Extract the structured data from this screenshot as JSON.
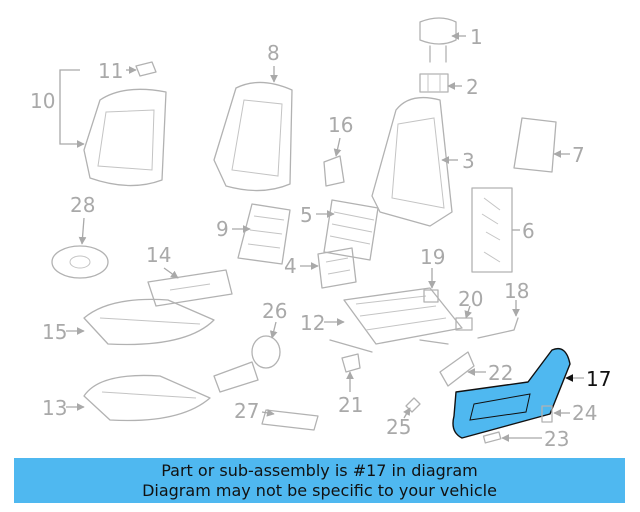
{
  "diagram": {
    "callouts": [
      "1",
      "2",
      "3",
      "4",
      "5",
      "6",
      "7",
      "8",
      "9",
      "10",
      "11",
      "12",
      "13",
      "14",
      "15",
      "16",
      "17",
      "18",
      "19",
      "20",
      "21",
      "22",
      "23",
      "24",
      "25",
      "26",
      "27",
      "28"
    ],
    "highlighted_part": "17",
    "highlight_color": "#4fb8f0"
  },
  "footer": {
    "line1": "Part or sub-assembly is #17 in diagram",
    "line2": "Diagram may not be specific to your vehicle",
    "background": "#4fb8f0"
  }
}
